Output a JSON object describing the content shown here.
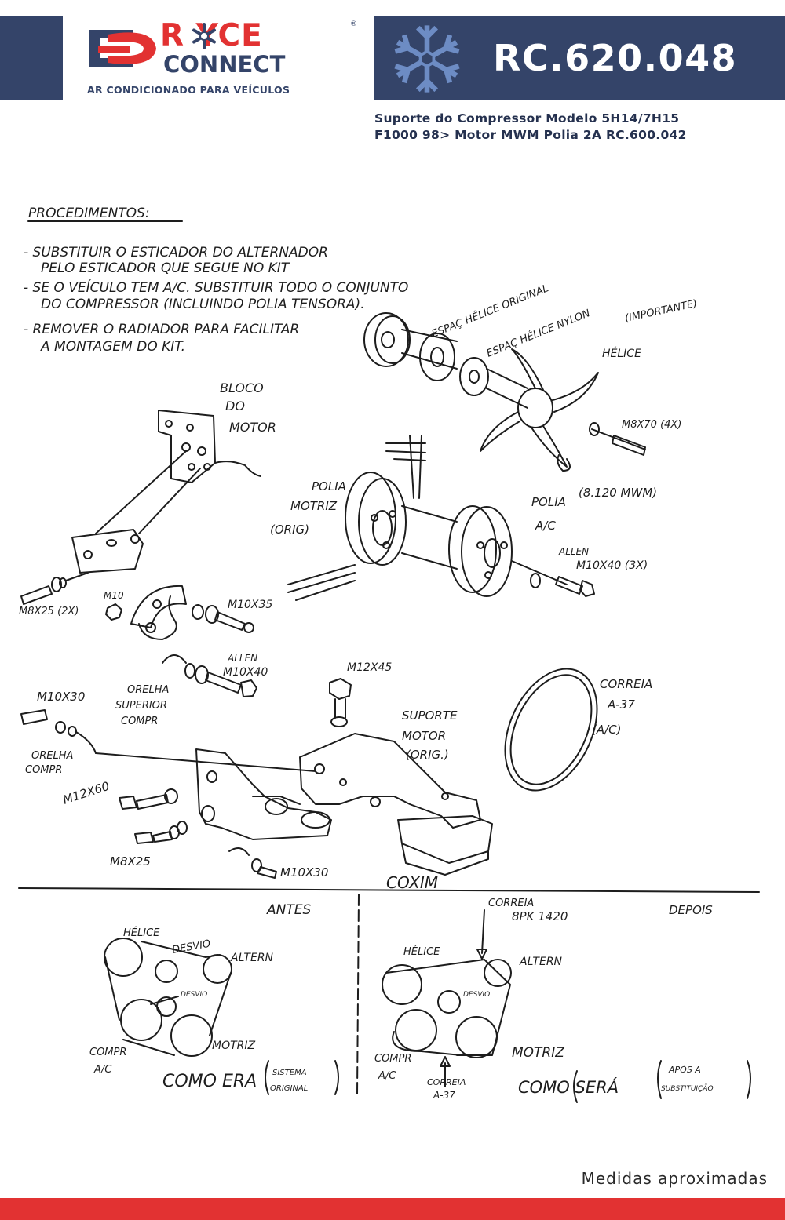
{
  "brand": {
    "name_top": "R YCE",
    "name_bottom": "CONNECT",
    "registered": "®",
    "tagline": "AR CONDICIONADO PARA VEÍCULOS"
  },
  "product": {
    "code": "RC.620.048",
    "description_line1": "Suporte do Compressor Modelo 5H14/7H15",
    "description_line2": "F1000 98> Motor MWM Polia 2A RC.600.042"
  },
  "drawing": {
    "procedures_title": "PROCEDIMENTOS:",
    "procedure_1a": "- SUBSTITUIR O ESTICADOR DO ALTERNADOR",
    "procedure_1b": "PELO ESTICADOR QUE SEGUE NO KIT",
    "procedure_2a": "- SE O VEÍCULO TEM A/C. SUBSTITUIR TODO O CONJUNTO",
    "procedure_2b": "DO COMPRESSOR (INCLUINDO POLIA TENSORA).",
    "procedure_3a": "- REMOVER O RADIADOR PARA FACILITAR",
    "procedure_3b": "A MONTAGEM DO KIT.",
    "labels": {
      "espac_original": "ESPAÇ HÉLICE ORIGINAL",
      "espac_nylon": "ESPAÇ HÉLICE NYLON",
      "importante": "(IMPORTANTE)",
      "helice": "HÉLICE",
      "m8x70": "M8X70 (4X)",
      "bloco1": "BLOCO",
      "bloco2": "DO",
      "bloco3": "MOTOR",
      "polia_motriz1": "POLIA",
      "polia_motriz2": "MOTRIZ",
      "polia_motriz3": "(ORIG)",
      "polia_ac1": "POLIA",
      "polia_ac2": "A/C",
      "polia_ac_spec": "(8.120 MWM)",
      "allen_m10x40_3x_a": "ALLEN",
      "allen_m10x40_3x_b": "M10X40 (3X)",
      "m8x25_2x": "M8X25 (2X)",
      "m10": "M10",
      "m10x35": "M10X35",
      "allen_m10x40_a": "ALLEN",
      "allen_m10x40_b": "M10X40",
      "m12x45": "M12X45",
      "correia1": "CORREIA",
      "correia2": "A-37",
      "correia3": "(A/C)",
      "m10x30_a": "M10X30",
      "orelha_sup1": "ORELHA",
      "orelha_sup2": "SUPERIOR",
      "orelha_sup3": "COMPR",
      "suporte1": "SUPORTE",
      "suporte2": "MOTOR",
      "suporte3": "(ORIG.)",
      "orelha_comp1": "ORELHA",
      "orelha_comp2": "COMPR",
      "m12x60": "M12X60",
      "m8x25": "M8X25",
      "m10x30_b": "M10X30",
      "coxim": "COXIM"
    },
    "before": {
      "title": "ANTES",
      "helice": "HÉLICE",
      "desvio": "DESVIO",
      "altern": "ALTERN",
      "desvio2": "DESVIO",
      "compr": "COMPR",
      "ac": "A/C",
      "motriz": "MOTRIZ",
      "caption": "COMO ERA",
      "note1": "SISTEMA",
      "note2": "ORIGINAL"
    },
    "after": {
      "title": "DEPOIS",
      "correia_top1": "CORREIA",
      "correia_top2": "8PK 1420",
      "helice": "HÉLICE",
      "altern": "ALTERN",
      "desvio": "DESVIO",
      "compr": "COMPR",
      "ac": "A/C",
      "motriz": "MOTRIZ",
      "correia_a37_1": "CORREIA",
      "correia_a37_2": "A-37",
      "caption": "COMO SERÁ",
      "note1": "APÓS A",
      "note2": "SUBSTITUIÇÃO"
    }
  },
  "footer": {
    "note": "Medidas aproximadas"
  },
  "colors": {
    "navy": "#344469",
    "red": "#e23232",
    "snowflake": "#6d8cc4"
  }
}
